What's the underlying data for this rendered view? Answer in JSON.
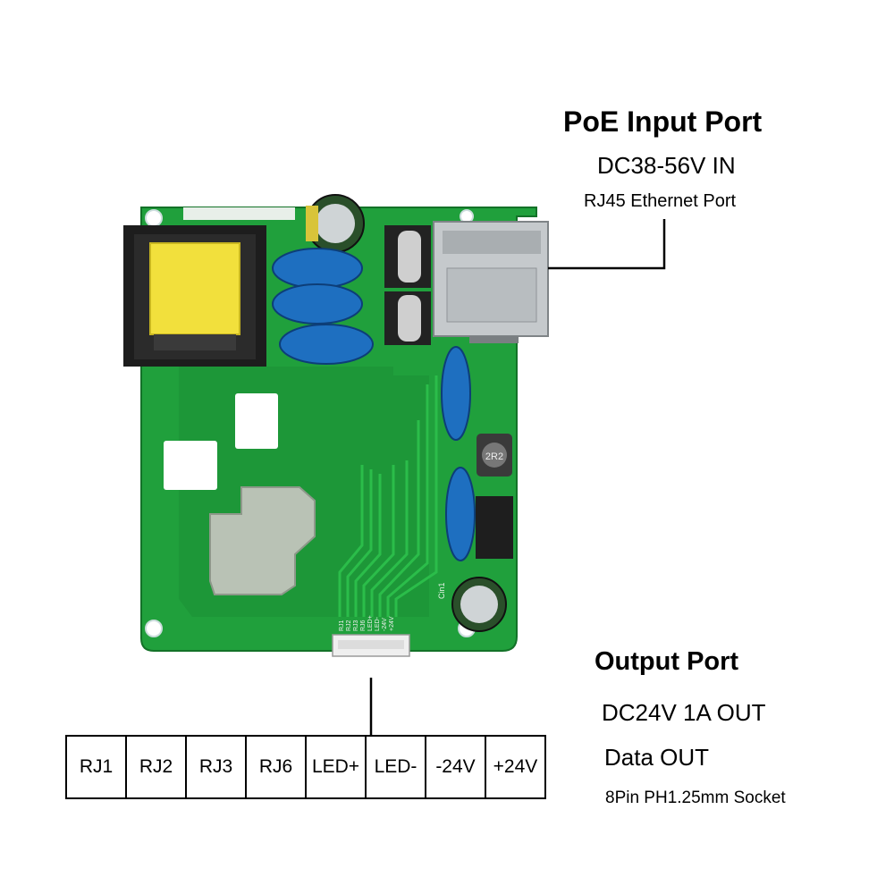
{
  "input_port": {
    "title": "PoE  Input Port",
    "voltage": "DC38-56V IN",
    "connector": "RJ45 Ethernet Port"
  },
  "output_port": {
    "title": "Output Port",
    "power": "DC24V 1A OUT",
    "data": "Data OUT",
    "connector": "8Pin PH1.25mm Socket"
  },
  "pinout": [
    "RJ1",
    "RJ2",
    "RJ3",
    "RJ6",
    "LED+",
    "LED-",
    "-24V",
    "+24V"
  ],
  "board": {
    "silk_pin_labels": [
      "RJ1",
      "RJ2",
      "RJ3",
      "RJ6",
      "LED+",
      "LED-",
      "-24V",
      "+24V"
    ],
    "inductor_marking": "2R2",
    "cap_marking": "Cin1",
    "colors": {
      "pcb": "#1f9a3a",
      "pcb_dark": "#167a2c",
      "capacitor_blue": "#1e6fc0",
      "transformer_yellow": "#f2e03c"
    }
  }
}
